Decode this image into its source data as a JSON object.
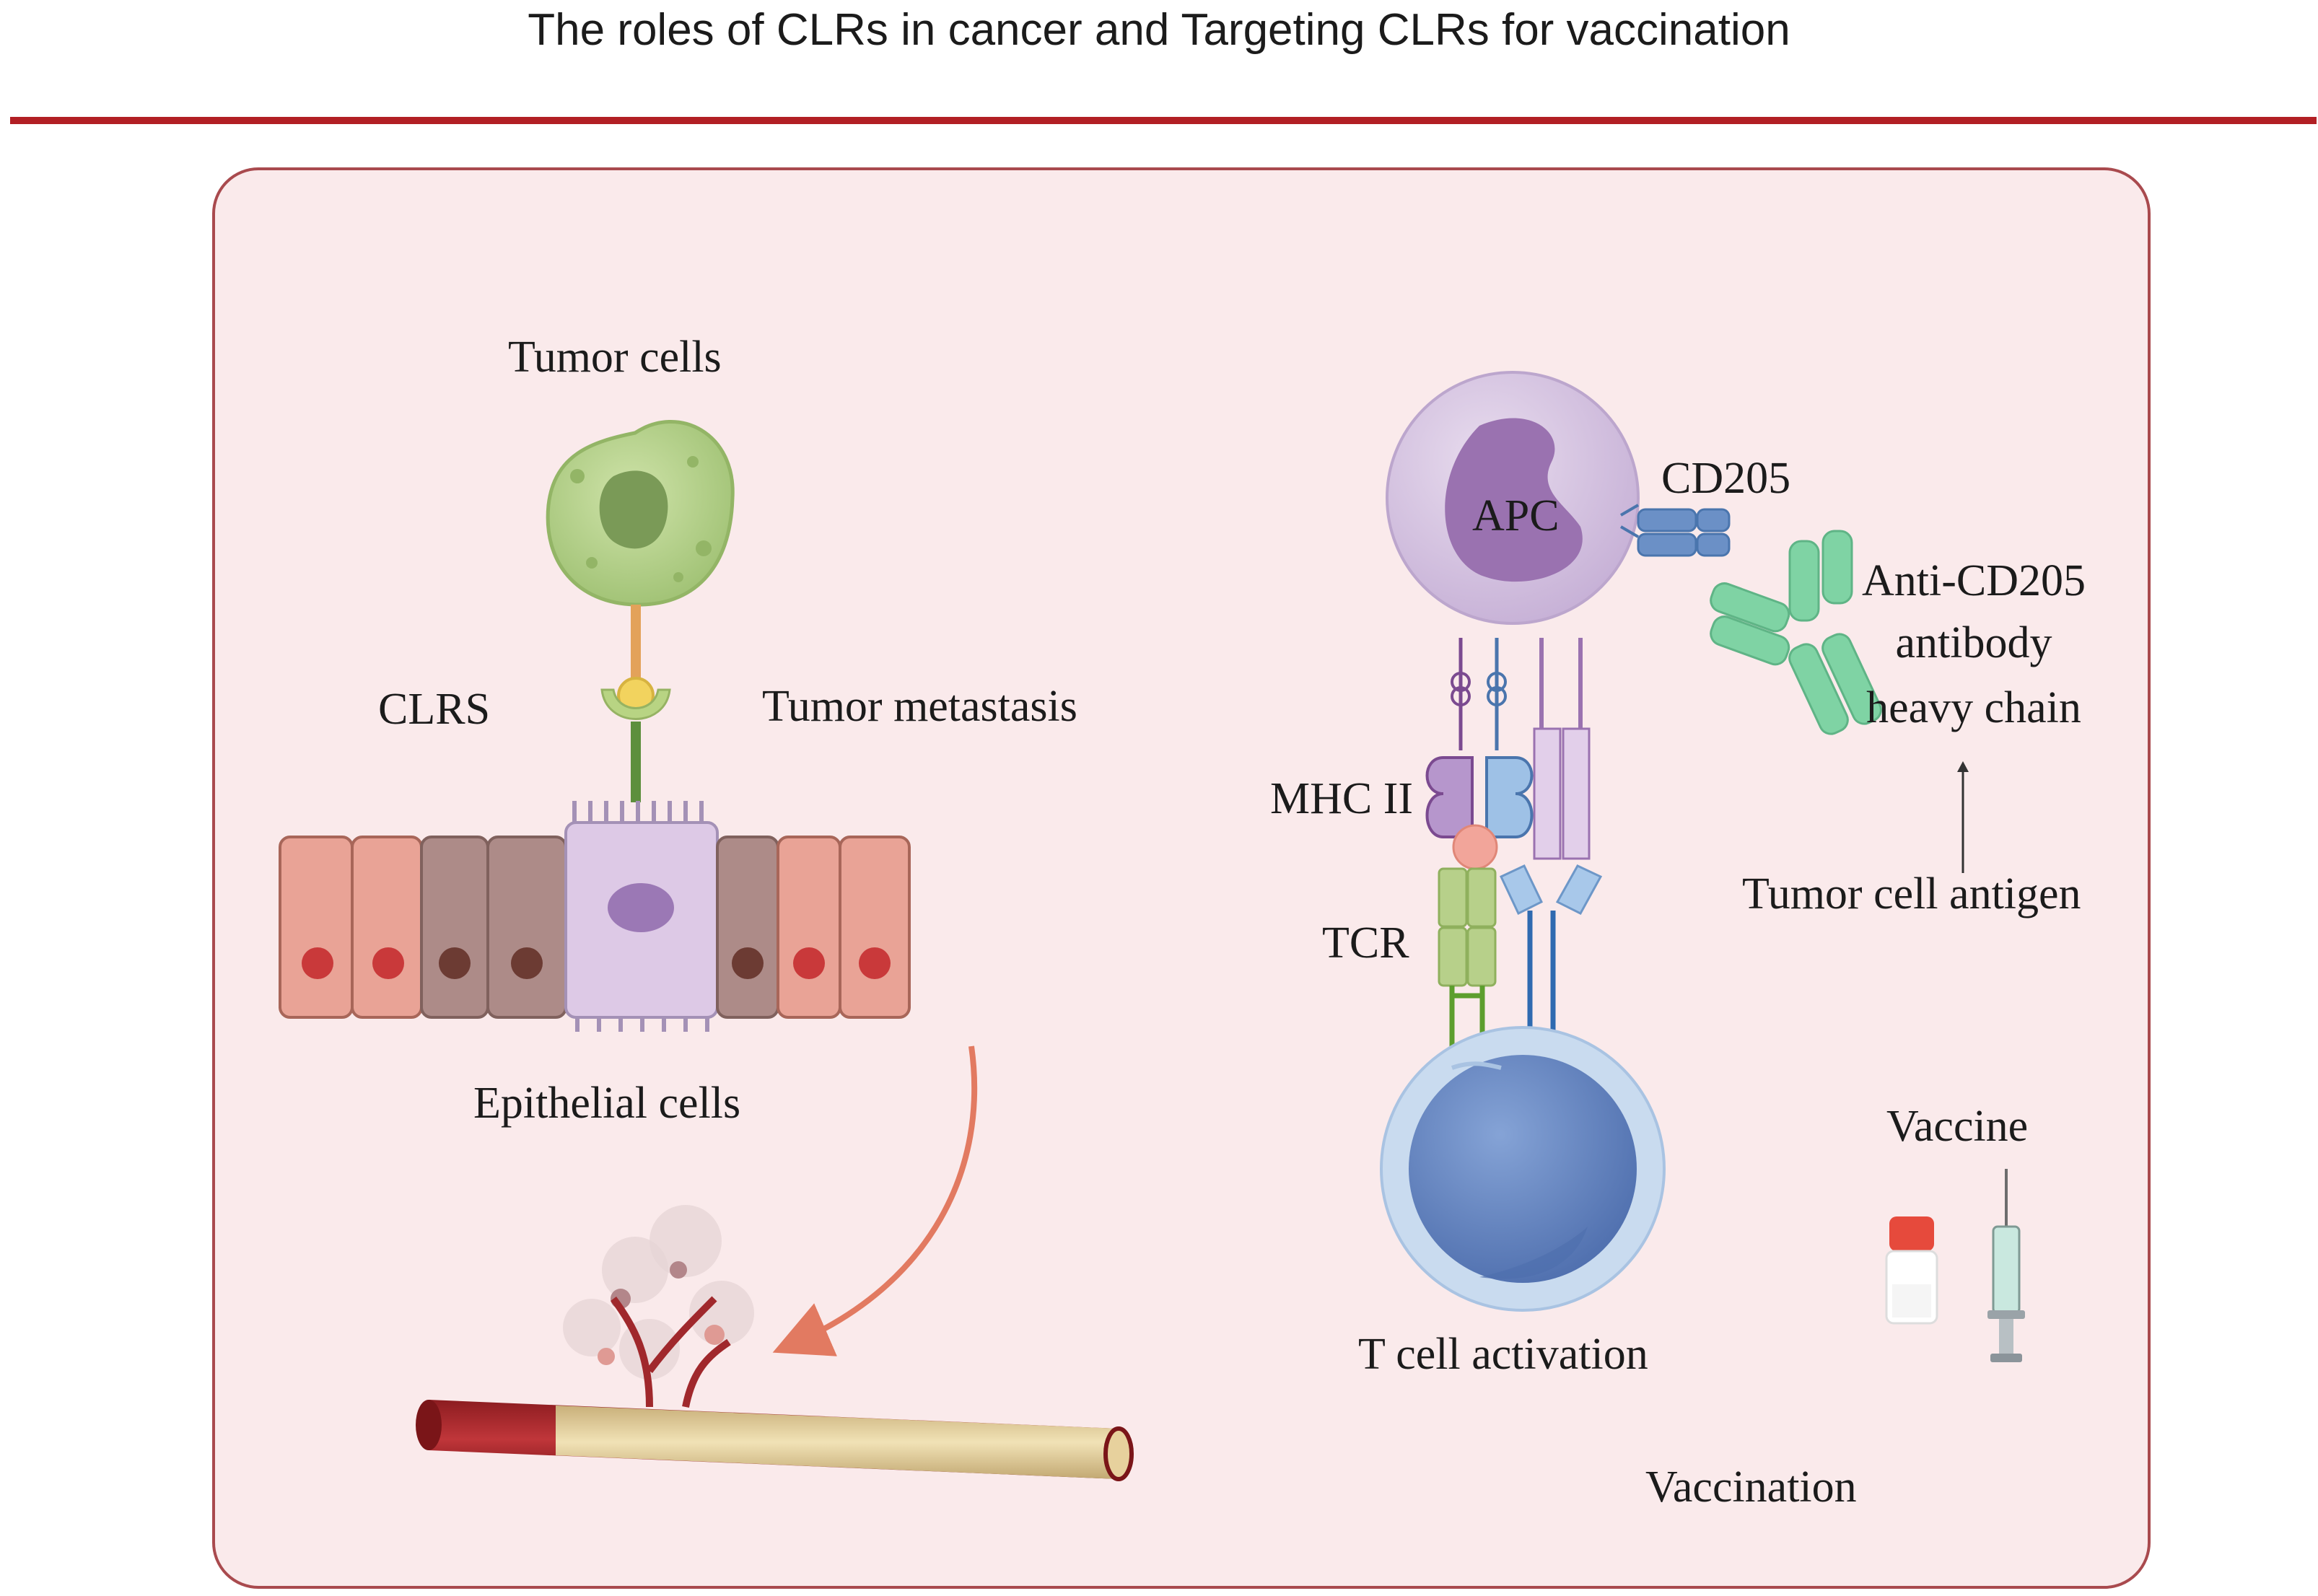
{
  "title": "The roles of CLRs in cancer and Targeting CLRs for vaccination",
  "colors": {
    "rule": "#b21f24",
    "panel_fill": "#faeaeb",
    "panel_border": "#a94a4e",
    "tumor_cell": "#b9d48e",
    "apc": "#d7c3e0",
    "t_cell": "#6b8cc5",
    "antibody": "#7fd3a4",
    "arrow": "#e27a61"
  },
  "left": {
    "tumor_cells_label": "Tumor cells",
    "clrs_label": "CLRS",
    "metastasis_label": "Tumor metastasis",
    "epithelial_label": "Epithelial cells"
  },
  "right": {
    "cd205_label": "CD205",
    "apc_label": "APC",
    "antibody_label_line1": "Anti-CD205",
    "antibody_label_line2": "antibody",
    "antibody_label_line3": "heavy chain",
    "antigen_label": "Tumor cell antigen",
    "mhc_label": "MHC II",
    "tcr_label": "TCR",
    "vaccine_label": "Vaccine",
    "t_cell_label": "T cell activation",
    "vaccination_label": "Vaccination"
  }
}
